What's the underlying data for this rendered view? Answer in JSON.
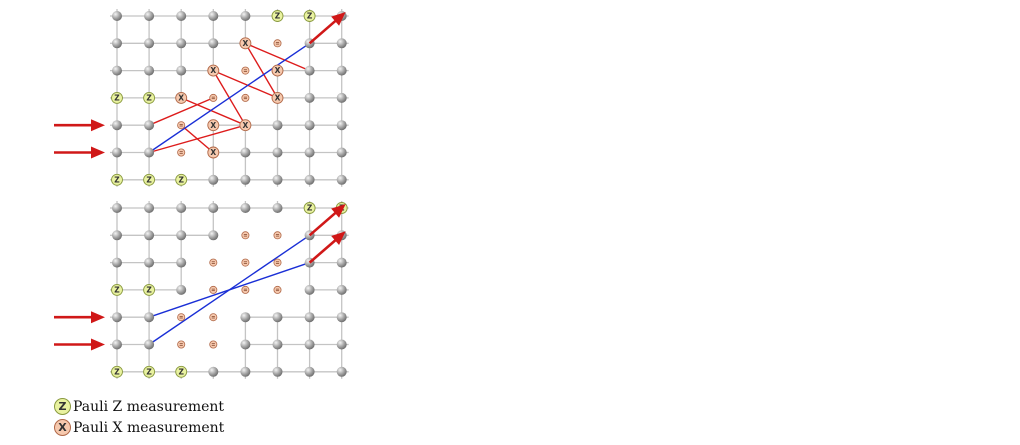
{
  "symbols": {
    "z": "Z",
    "x": "X"
  },
  "legend": [
    {
      "symbol": "Z",
      "label": "Pauli Z measurement"
    },
    {
      "symbol": "X",
      "label": "Pauli X measurement"
    }
  ],
  "colors": {
    "lattice_line": "#c4c4c4",
    "node": "#9a9a9a",
    "z_fill": "#e9f2a0",
    "x_fill": "#f6c9ae",
    "red_path": "#dd1c1c",
    "blue_path": "#1a2fd6",
    "arrow": "#d01818"
  },
  "lattices": [
    {
      "name": "top",
      "cols": 8,
      "rows": 7,
      "cells": [
        "NNNNNZZN",
        "NNNNXdNN",
        "NNNXdXNN",
        "ZZXddXNN",
        "NNdXXNNN",
        "NNdXNNNN",
        "ZZZNNNNN"
      ],
      "red_paths": [
        [
          [
            1,
            4
          ],
          [
            3,
            3
          ]
        ],
        [
          [
            2,
            4
          ],
          [
            3,
            5
          ]
        ],
        [
          [
            1,
            5
          ],
          [
            4,
            4
          ]
        ],
        [
          [
            2,
            3
          ],
          [
            4,
            4
          ]
        ],
        [
          [
            3,
            2
          ],
          [
            4,
            4
          ]
        ],
        [
          [
            3,
            2
          ],
          [
            5,
            3
          ]
        ],
        [
          [
            4,
            1
          ],
          [
            5,
            3
          ]
        ],
        [
          [
            4,
            1
          ],
          [
            6,
            2
          ]
        ]
      ],
      "blue_paths": [
        [
          [
            1,
            5
          ],
          [
            6,
            1
          ]
        ]
      ],
      "in_arrows": [
        4,
        5
      ],
      "out_arrows": [
        {
          "from": [
            6,
            1
          ],
          "to": [
            7,
            0
          ]
        }
      ]
    },
    {
      "name": "bottom",
      "cols": 8,
      "rows": 7,
      "cells": [
        "NNNNNNZZ",
        "NNNNddNN",
        "NNNdddNN",
        "ZZNdddNN",
        "NNddNNNN",
        "NNddNNNN",
        "ZZZNNNNN"
      ],
      "red_paths": [],
      "blue_paths": [
        [
          [
            1,
            5
          ],
          [
            6,
            1
          ]
        ],
        [
          [
            1,
            4
          ],
          [
            6,
            2
          ]
        ]
      ],
      "in_arrows": [
        4,
        5
      ],
      "out_arrows": [
        {
          "from": [
            6,
            1
          ],
          "to": [
            7,
            0
          ]
        },
        {
          "from": [
            6,
            2
          ],
          "to": [
            7,
            1
          ]
        }
      ]
    }
  ]
}
